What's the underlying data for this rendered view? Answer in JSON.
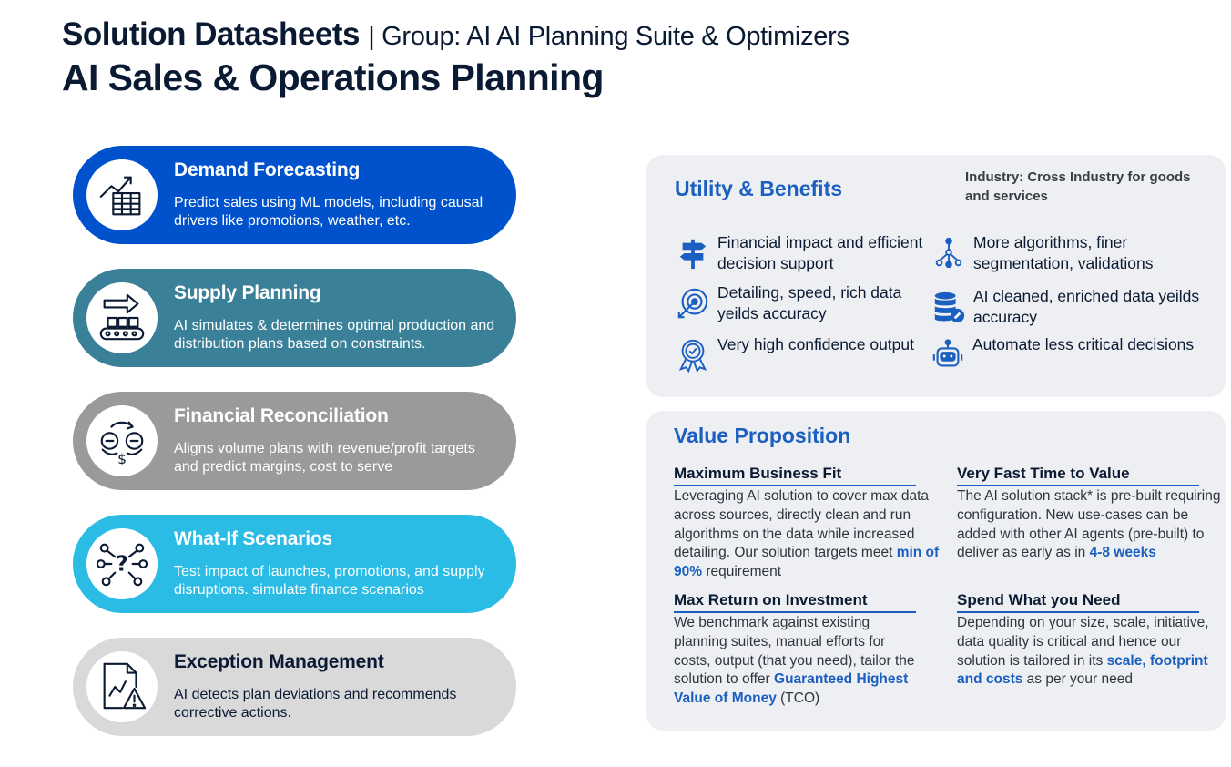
{
  "header": {
    "title_bold": "Solution Datasheets",
    "title_group": "| Group: AI AI Planning Suite & Optimizers",
    "subtitle": "AI Sales & Operations Planning"
  },
  "capabilities": [
    {
      "title": "Demand Forecasting",
      "description": "Predict sales using ML models, including causal drivers like promotions, weather, etc.",
      "icon": "forecast-chart-icon",
      "color": "#0052cc"
    },
    {
      "title": "Supply Planning",
      "description": "AI simulates & determines optimal production and distribution plans based on constraints.",
      "icon": "conveyor-arrow-icon",
      "color": "#3a8098"
    },
    {
      "title": "Financial Reconciliation",
      "description": "Aligns volume plans with revenue/profit targets and predict margins, cost to serve",
      "icon": "coins-cycle-icon",
      "color": "#9a9a9a"
    },
    {
      "title": "What-If Scenarios",
      "description": "Test impact of launches, promotions, and supply disruptions. simulate finance scenarios",
      "icon": "question-network-icon",
      "color": "#2bbce6"
    },
    {
      "title": "Exception Management",
      "description": "AI detects plan deviations and recommends corrective actions.",
      "icon": "report-warning-icon",
      "color": "#d9d9d9"
    }
  ],
  "utility": {
    "title": "Utility & Benefits",
    "industry": "Industry: Cross Industry for goods and services",
    "items": [
      {
        "text": "Financial impact and efficient decision support",
        "icon": "signpost-icon"
      },
      {
        "text": "More algorithms, finer segmentation, validations",
        "icon": "algorithm-tree-icon"
      },
      {
        "text": "Detailing, speed, rich data yeilds accuracy",
        "icon": "target-arrow-icon"
      },
      {
        "text": "AI cleaned, enriched data yeilds accuracy",
        "icon": "database-clean-icon"
      },
      {
        "text": "Very high confidence output",
        "icon": "badge-check-icon"
      },
      {
        "text": "Automate less critical decisions",
        "icon": "robot-icon"
      }
    ]
  },
  "value": {
    "title": "Value Proposition",
    "blocks": [
      {
        "heading": "Maximum Business Fit",
        "text_before": "Leveraging AI solution to cover max data across sources, directly clean and run algorithms on the data while increased detailing. Our solution targets meet ",
        "highlight": "min of 90%",
        "text_after": " requirement"
      },
      {
        "heading": "Very Fast Time to Value",
        "text_before": "The AI solution stack* is pre-built requiring configuration. New use-cases can be added with other AI agents (pre-built) to deliver as early as in ",
        "highlight": " 4-8 weeks",
        "text_after": ""
      },
      {
        "heading": "Max Return on Investment",
        "text_before": "We benchmark against existing planning suites, manual efforts for costs, output (that you need), tailor the solution to offer ",
        "highlight": "Guaranteed Highest Value of Money",
        "text_after": " (TCO)"
      },
      {
        "heading": "Spend What you Need",
        "text_before": "Depending on your size, scale, initiative, data quality is critical and hence our solution is tailored in its ",
        "highlight": "scale, footprint and costs",
        "text_after": " as per your need"
      }
    ]
  }
}
